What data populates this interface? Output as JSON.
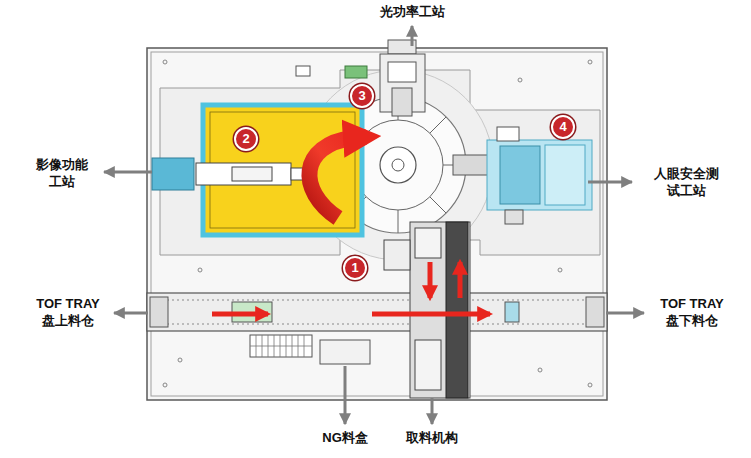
{
  "diagram": {
    "labels": [
      "光功率工站",
      "3",
      "2",
      "4",
      "影像功能 工站",
      "人眼安全测 试工站",
      "1",
      "TOF TRAY 盘上料仓",
      "TOF TRAY 盘下料仓",
      "NG料盒",
      "取料机构"
    ]
  }
}
